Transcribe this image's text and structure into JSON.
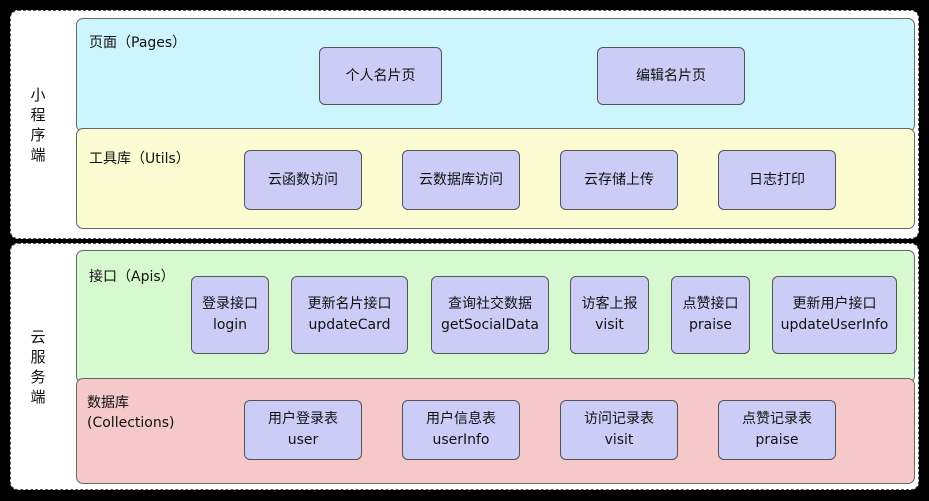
{
  "colors": {
    "background": "#000000",
    "panel": "#ffffff",
    "pages_layer": "#cdf5fd",
    "utils_layer": "#fbfcd1",
    "apis_layer": "#d6f9cf",
    "collections_layer": "#f5c9ca",
    "node_fill": "#cccdf7"
  },
  "client": {
    "label_chars": [
      "小",
      "程",
      "序",
      "端"
    ],
    "pages": {
      "title": "页面（Pages）",
      "nodes": [
        {
          "line1": "个人名片页"
        },
        {
          "line1": "编辑名片页"
        }
      ]
    },
    "utils": {
      "title": "工具库（Utils）",
      "nodes": [
        {
          "line1": "云函数访问"
        },
        {
          "line1": "云数据库访问"
        },
        {
          "line1": "云存储上传"
        },
        {
          "line1": "日志打印"
        }
      ]
    }
  },
  "cloud": {
    "label_chars": [
      "云",
      "服",
      "务",
      "端"
    ],
    "apis": {
      "title": "接口（Apis）",
      "nodes": [
        {
          "line1": "登录接口",
          "line2": "login"
        },
        {
          "line1": "更新名片接口",
          "line2": "updateCard"
        },
        {
          "line1": "查询社交数据",
          "line2": "getSocialData"
        },
        {
          "line1": "访客上报",
          "line2": "visit"
        },
        {
          "line1": "点赞接口",
          "line2": "praise"
        },
        {
          "line1": "更新用户接口",
          "line2": "updateUserInfo"
        }
      ]
    },
    "collections": {
      "title": "数据库\n(Collections)",
      "nodes": [
        {
          "line1": "用户登录表",
          "line2": "user"
        },
        {
          "line1": "用户信息表",
          "line2": "userInfo"
        },
        {
          "line1": "访问记录表",
          "line2": "visit"
        },
        {
          "line1": "点赞记录表",
          "line2": "praise"
        }
      ]
    }
  }
}
